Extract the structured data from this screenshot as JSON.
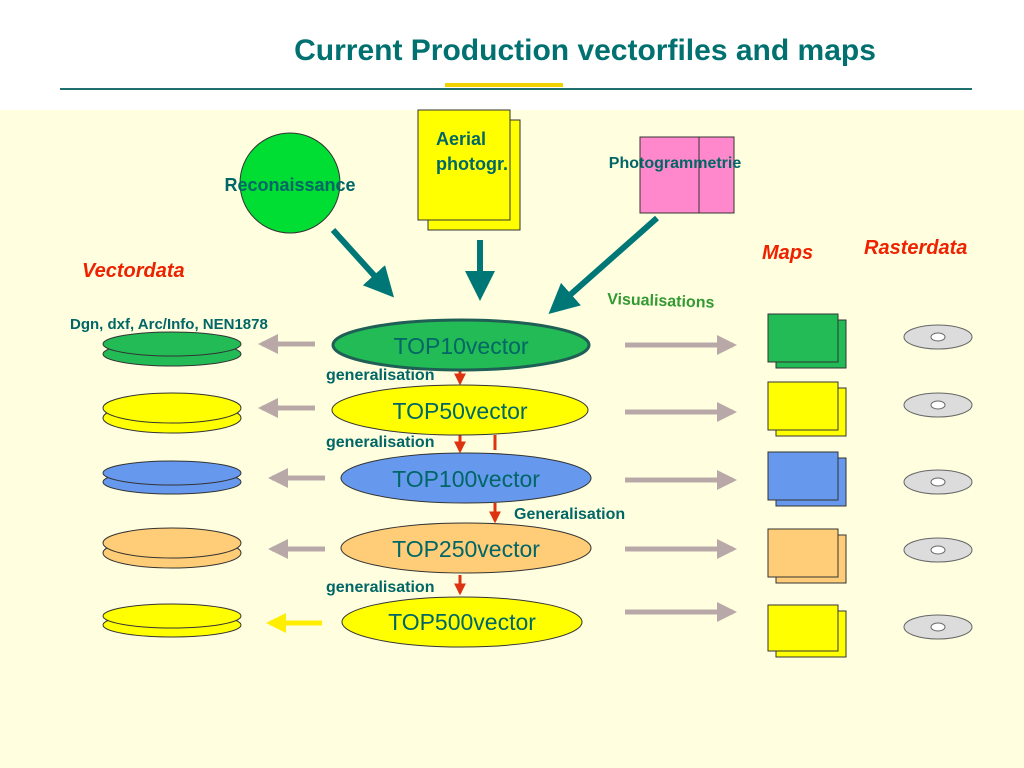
{
  "title": "Current Production  vectorfiles and maps",
  "sources": {
    "reconnaissance": "Reconaissance",
    "aerial_line1": "Aerial",
    "aerial_line2": "photogr.",
    "photogrammetrie": "Photogrammetrie"
  },
  "section_labels": {
    "vectordata": "Vectordata",
    "formats": "Dgn, dxf, Arc/Info, NEN1878",
    "maps": "Maps",
    "rasterdata": "Rasterdata",
    "visualisations": "Visualisations"
  },
  "products": [
    {
      "label": "TOP10vector",
      "color": "#22bb55"
    },
    {
      "label": "TOP50vector",
      "color": "#ffff00"
    },
    {
      "label": "TOP100vector",
      "color": "#6699ee"
    },
    {
      "label": "TOP250vector",
      "color": "#ffcc77"
    },
    {
      "label": "TOP500vector",
      "color": "#ffff00"
    }
  ],
  "generalisation_labels": [
    "generalisation",
    "generalisation",
    "Generalisation",
    "generalisation"
  ],
  "colors": {
    "title": "#007070",
    "text_teal": "#006666",
    "arrow_teal": "#007777",
    "arrow_gray": "#b8a8a8",
    "arrow_yellow": "#ffee00",
    "arrow_red": "#dd3311",
    "vectordata_label": "#ee2200",
    "visualisations_label": "#339933",
    "reconnaissance_circle": "#00dd33",
    "aerial_sheet": "#ffff00",
    "photogrammetrie_box": "#ff88cc",
    "raster_disc": "#dcdcdc"
  }
}
